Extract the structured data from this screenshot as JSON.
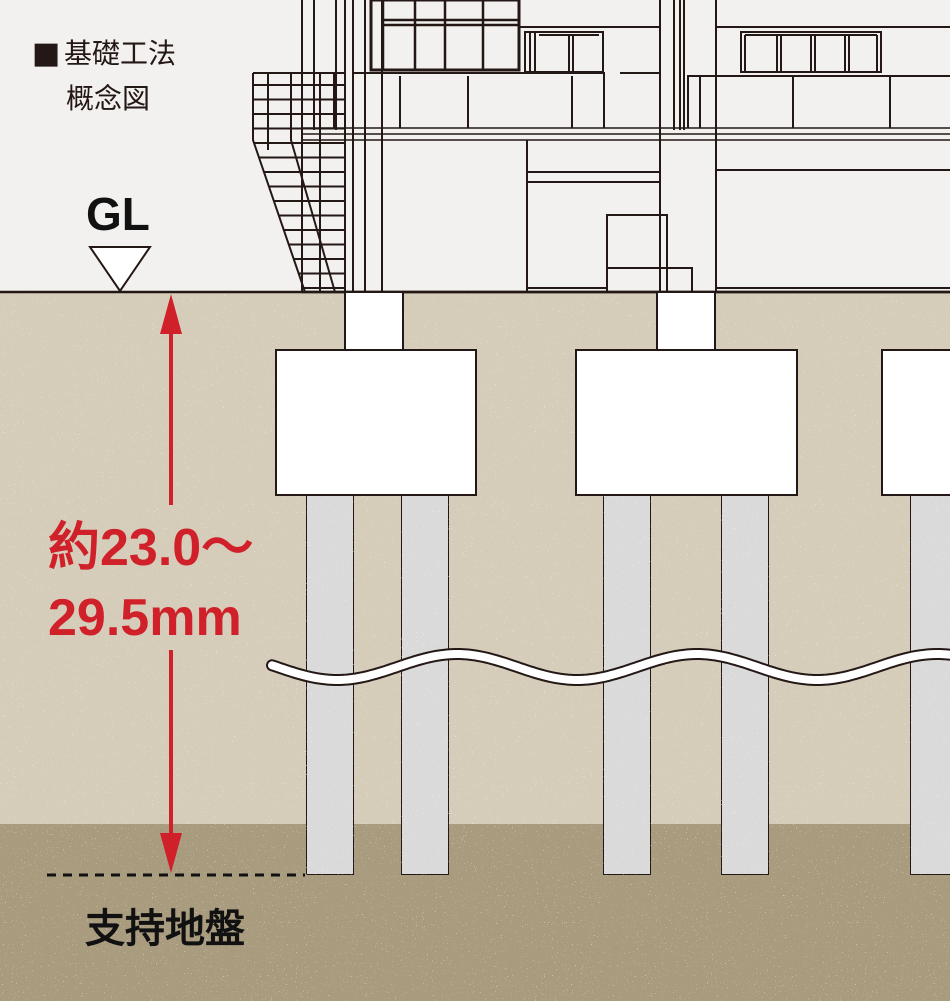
{
  "title": {
    "marker": "■",
    "line1": "基礎工法",
    "line2": "概念図"
  },
  "ground_level": {
    "label": "GL"
  },
  "depth": {
    "line1": "約23.0〜",
    "line2": "29.5mm"
  },
  "bearing_layer": {
    "label": "支持地盤"
  },
  "colors": {
    "sky": "#f3f1ef",
    "soil_upper": "#d5ccb9",
    "soil_lower": "#a99b7e",
    "pile": "#dadada",
    "dimension_red": "#d0202a",
    "line": "#231815"
  }
}
